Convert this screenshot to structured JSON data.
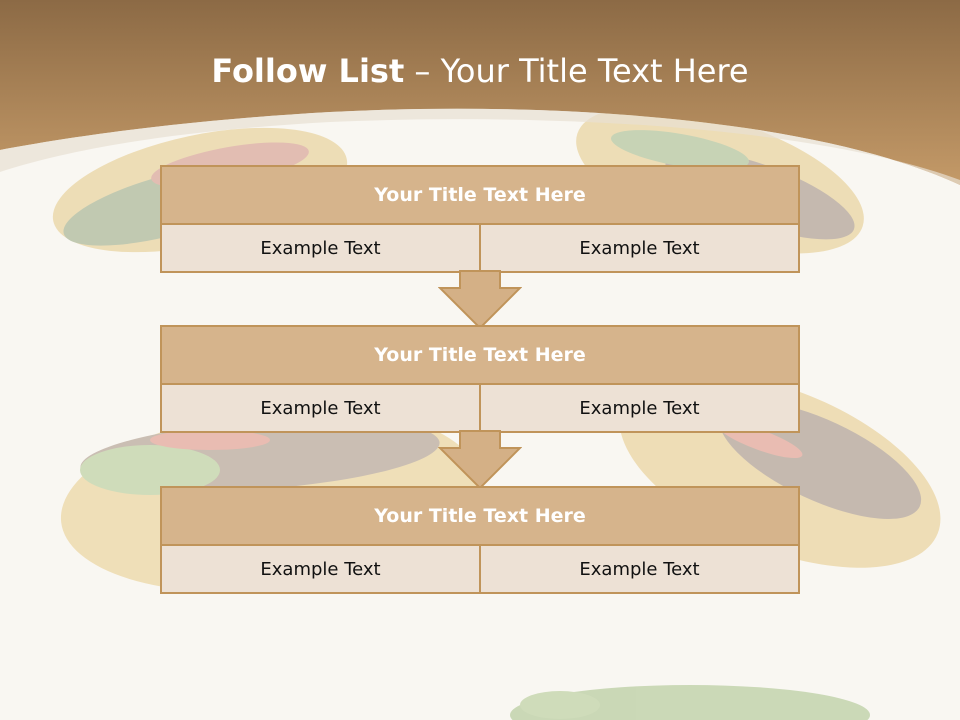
{
  "title": {
    "bold": "Follow List",
    "rest": " – Your Title Text Here"
  },
  "boxes": [
    {
      "heading": "Your Title Text Here",
      "cells": [
        "Example Text",
        "Example Text"
      ]
    },
    {
      "heading": "Your Title Text Here",
      "cells": [
        "Example Text",
        "Example Text"
      ]
    },
    {
      "heading": "Your Title Text Here",
      "cells": [
        "Example Text",
        "Example Text"
      ]
    }
  ],
  "colors": {
    "header_band": "#b38a58",
    "box_border": "#c0945a",
    "box_heading": "#d6b48c",
    "box_cell": "#ede1d5",
    "arrow_fill": "#d4b086",
    "background": "#f9f7f2"
  },
  "icons": [
    "down-arrow-icon",
    "down-arrow-icon"
  ]
}
